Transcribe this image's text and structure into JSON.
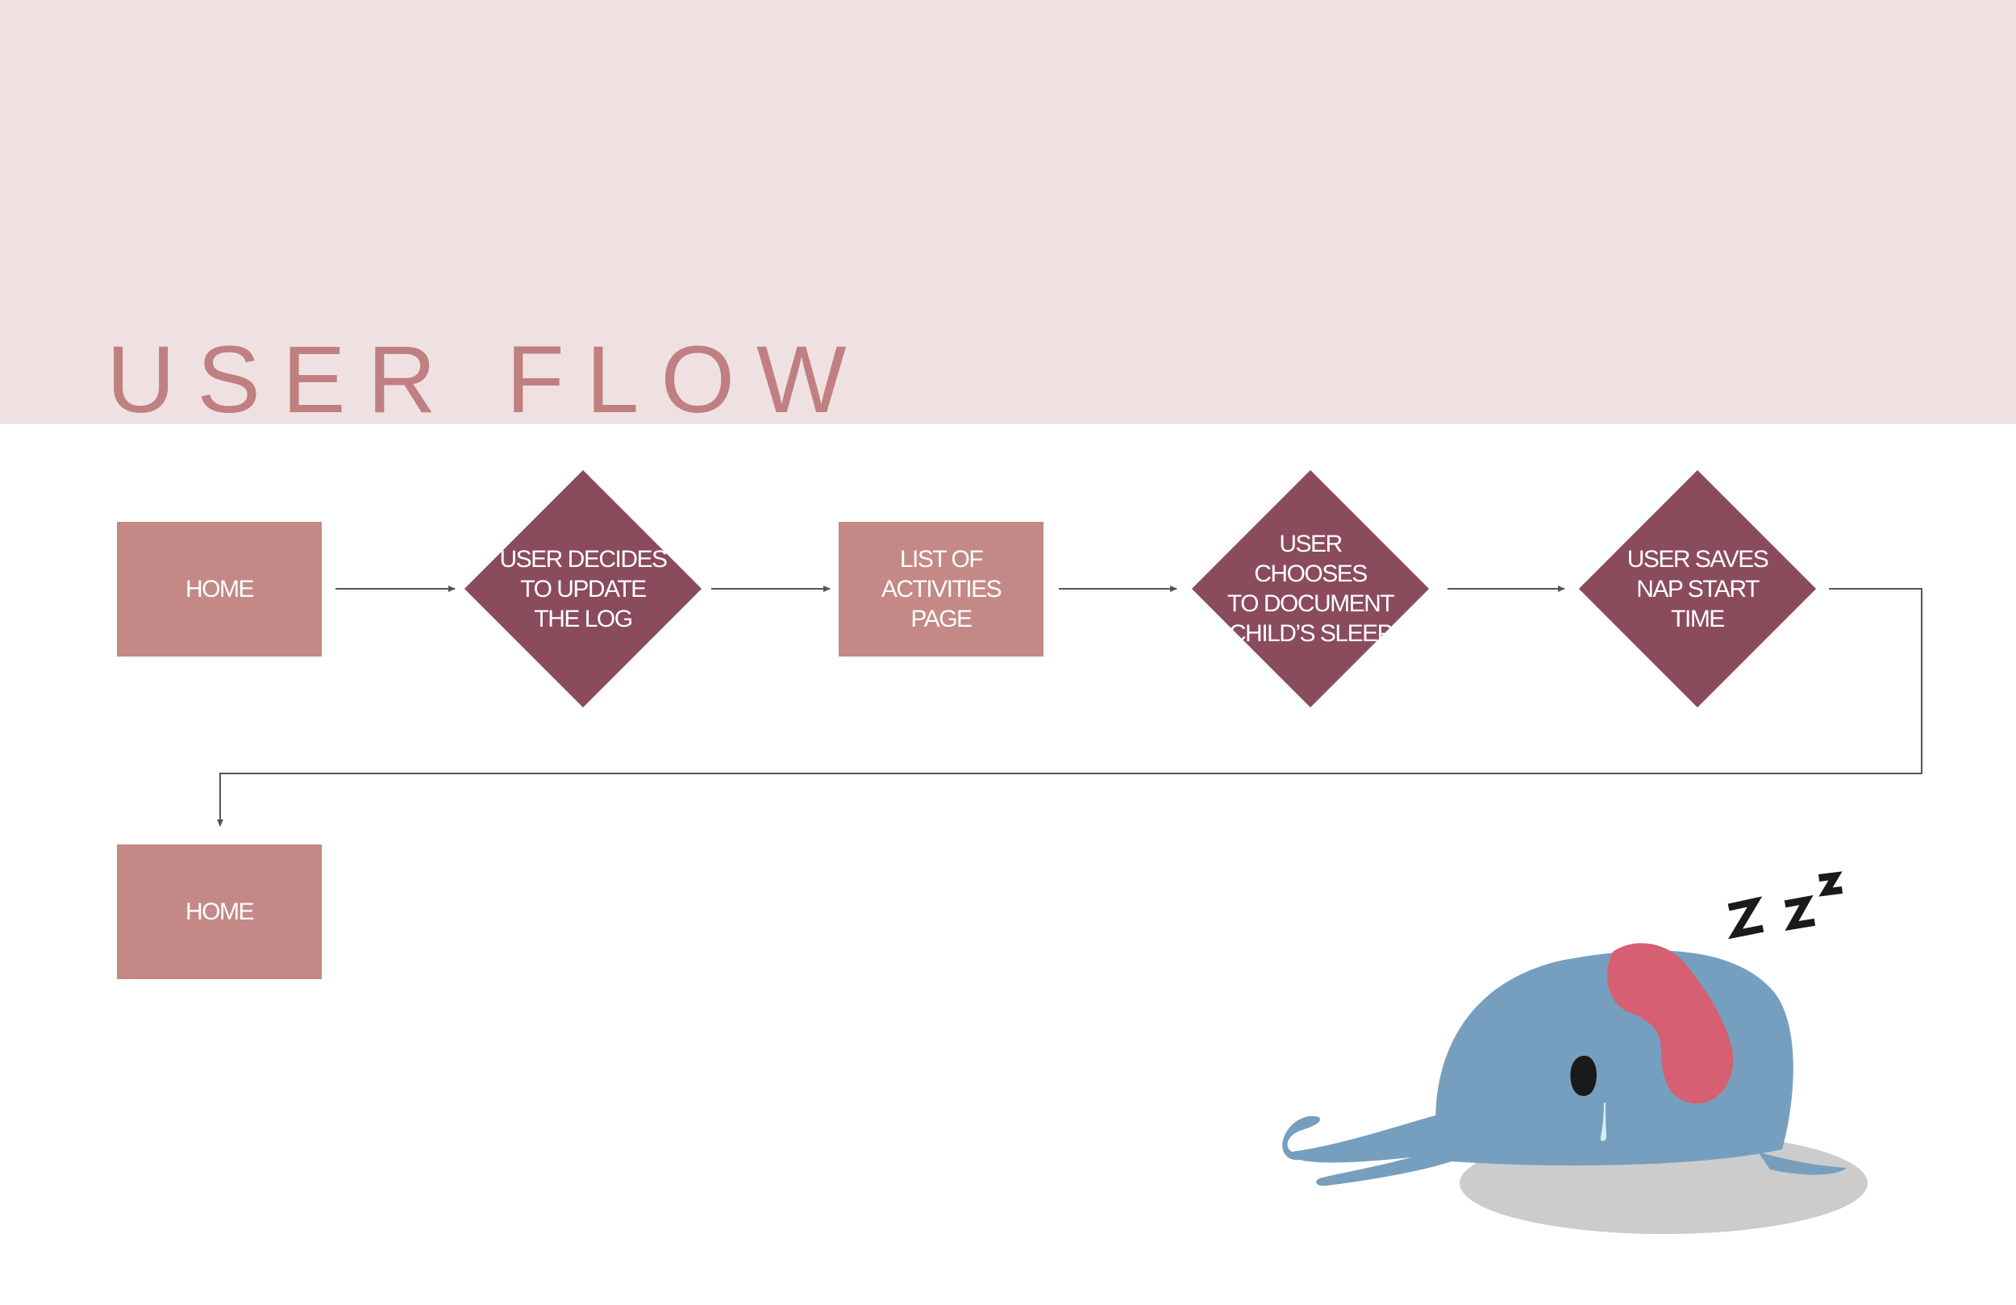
{
  "title": "USER FLOW",
  "colors": {
    "header_band": "#efe1e2",
    "title": "#c07f80",
    "page_box": "#c48986",
    "decision_diamond": "#8a4b5d",
    "connector": "#555555",
    "character_body": "#769fbf",
    "eye_mask": "#d65f71",
    "shadow": "#cccccc"
  },
  "nodes": [
    {
      "id": "home-start",
      "shape": "rectangle",
      "label": "HOME"
    },
    {
      "id": "decide-update",
      "shape": "diamond",
      "label": "USER DECIDES\nTO UPDATE\nTHE LOG"
    },
    {
      "id": "activities-page",
      "shape": "rectangle",
      "label": "LIST OF ACTIVITIES\nPAGE"
    },
    {
      "id": "choose-document",
      "shape": "diamond",
      "label": "USER CHOOSES\nTO DOCUMENT\nCHILD’S SLEEP"
    },
    {
      "id": "save-nap",
      "shape": "diamond",
      "label": "USER SAVES\nNAP START TIME"
    },
    {
      "id": "home-end",
      "shape": "rectangle",
      "label": "HOME"
    }
  ],
  "edges": [
    {
      "from": "home-start",
      "to": "decide-update"
    },
    {
      "from": "decide-update",
      "to": "activities-page"
    },
    {
      "from": "activities-page",
      "to": "choose-document"
    },
    {
      "from": "choose-document",
      "to": "save-nap"
    },
    {
      "from": "save-nap",
      "to": "home-end"
    }
  ],
  "illustration": {
    "subject": "sleeping blue creature with eye mask",
    "icons": [
      "sleeping-creature-icon",
      "zzz-icon"
    ]
  }
}
